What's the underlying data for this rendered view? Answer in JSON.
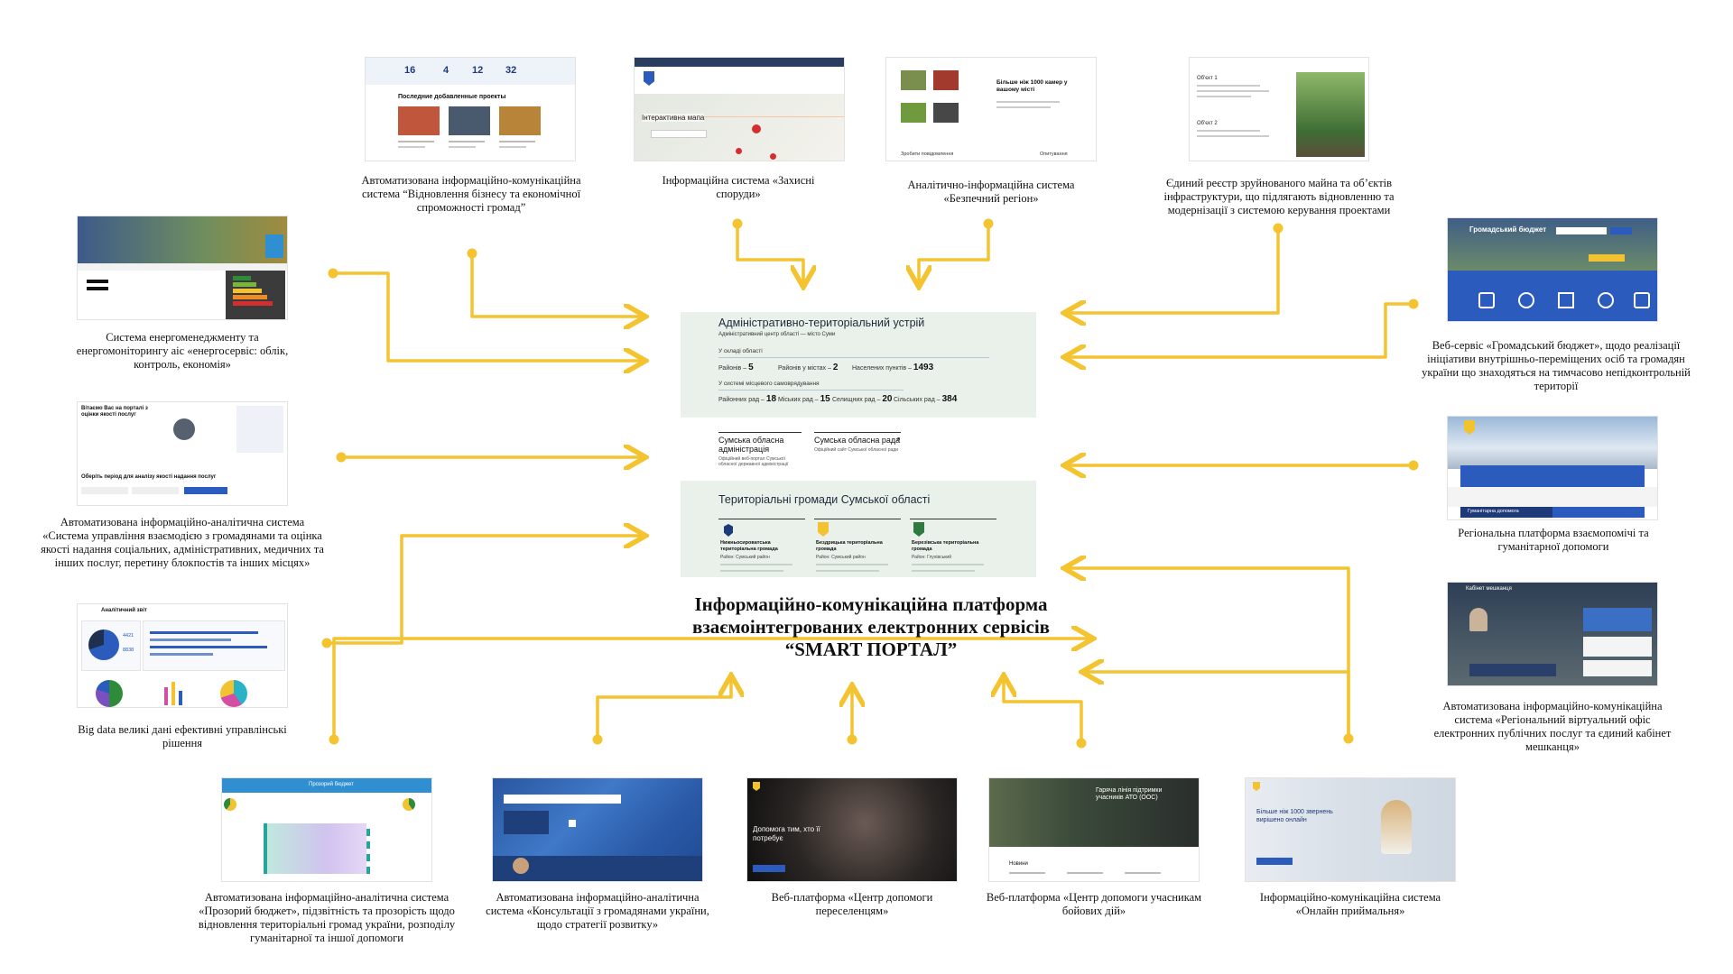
{
  "center": {
    "title": "Інформаційно-комунікаційна платформа взаємоінтегрованих електронних сервісів “SMART ПОРТАЛ”",
    "panel_admin": {
      "heading": "Адміністративно-територіальний устрій",
      "subheading": "Адміністративний центр області — місто Суми",
      "section1": "У складі області",
      "s1_items": [
        {
          "label": "Районів –",
          "value": "5"
        },
        {
          "label": "Районів у містах –",
          "value": "2"
        },
        {
          "label": "Населених пунктів –",
          "value": "1493"
        }
      ],
      "section2": "У системі місцевого самоврядування",
      "s2_items": [
        {
          "label": "Районних рад –",
          "value": "18"
        },
        {
          "label": "Міських рад –",
          "value": "15"
        },
        {
          "label": "Селищних рад –",
          "value": "20"
        },
        {
          "label": "Сільських рад –",
          "value": "384"
        }
      ]
    },
    "links": {
      "left_title": "Сумська обласна адміністрація",
      "left_sub": "Офіційний веб-портал Сумської обласної державної адміністрації",
      "right_title": "Сумська обласна рада",
      "right_sub": "Офіційний сайт Сумської обласної ради"
    },
    "panel_communities": {
      "heading": "Територіальні громади Сумської області",
      "items": [
        {
          "name": "Нижньосироватська територіальна громада",
          "info": "Район: Сумський район"
        },
        {
          "name": "Бездрицька територіальна громада",
          "info": "Район: Сумський район"
        },
        {
          "name": "Березівська територіальна громада",
          "info": "Район: Глухівський"
        }
      ]
    }
  },
  "nodes": {
    "business": "Автоматизована інформаційно-комунікаційна система “Відновлення бізнесу та економічної спроможності громад”",
    "shelters": "Інформаційна система «Захисні споруди»",
    "safe_region": "Аналітично-інформаційна система «Безпечний регіон»",
    "registry": "Єдиний реєстр зруйнованого майна та об’єктів інфраструктури, що підлягають відновленню та модернізації з системою керування проектами",
    "energy": "Система енергоменеджменту та енергомоніторингу аіс «енергосервіс: облік, контроль, економія»",
    "interaction": "Автоматизована інформаційно-аналітична система «Система управління взаємодією з громадянами та оцінка якості надання соціальних, адміністративних, медичних та інших послуг, перетину блокпостів та інших місцях»",
    "bigdata": "Big data великі дані ефективні управлінські рішення",
    "budget": "Веб-сервіс «Громадський бюджет», щодо реалізації ініціативи внутрішньо-переміщених осіб та громадян україни що знаходяться на тимчасово непідконтрольній території",
    "aid": "Регіональна платформа взаємопомічі та гуманітарної допомоги",
    "office": "Автоматизована інформаційно-комунікаційна система «Регіональний віртуальний офіс електронних публічних послуг та єдиний кабінет мешканця»",
    "transparent": "Автоматизована інформаційно-аналітична система «Прозорий бюджет», підзвітність та прозорість щодо відновлення територіальні громад україни, розподілу гуманітарної та іншої допомоги",
    "consult": "Автоматизована інформаційно-аналітична система «Консультації з громадянами україни, щодо стратегії розвитку»",
    "idp_center": "Веб-платформа «Центр допомоги переселенцям»",
    "veterans": "Веб-платформа «Центр допомоги учасникам бойових дій»",
    "reception": "Інформаційно-комунікаційна система «Онлайн приймальня»"
  },
  "thumbs": {
    "business": {
      "stats": [
        "16",
        "4",
        "12",
        "32"
      ],
      "heading": "Последние добавленные проекты"
    },
    "shelters": {
      "label": "Інтерактивна мапа"
    },
    "safe_region": {
      "text": "Більше ніж 1000 камер у вашому місті",
      "footer1": "Зробити повідомлення",
      "footer2": "Опитування"
    },
    "registry": {
      "tag1": "Об'єкт 1",
      "tag2": "Об'єкт 2"
    },
    "budget": {
      "title": "Громадський бюджет"
    },
    "aid": {
      "button": "Гуманітарна допомога"
    },
    "office": {
      "title": "Кабінет мешканця"
    },
    "transparent": {
      "header": "Прозорий бюджет"
    },
    "idp_center": {
      "text": "Допомога тим, хто її потребує"
    },
    "veterans": {
      "text": "Гаряча лінія підтримки учасників АТО (ООС)",
      "news": "Новини"
    },
    "reception": {
      "text": "Більше ніж 1000 звернень вирішено онлайн"
    },
    "bigdata": {
      "title": "Аналітичний звіт",
      "figures": [
        "4421",
        "8838"
      ]
    },
    "interaction": {
      "text": "Вітаємо Вас на порталі з оцінки якості послуг",
      "period": "Оберіть період для аналізу якості надання послуг"
    }
  },
  "colors": {
    "connector": "#f4c430",
    "panel": "#eaf1ea",
    "navy": "#1f3a78",
    "blue": "#2a5bbd"
  }
}
